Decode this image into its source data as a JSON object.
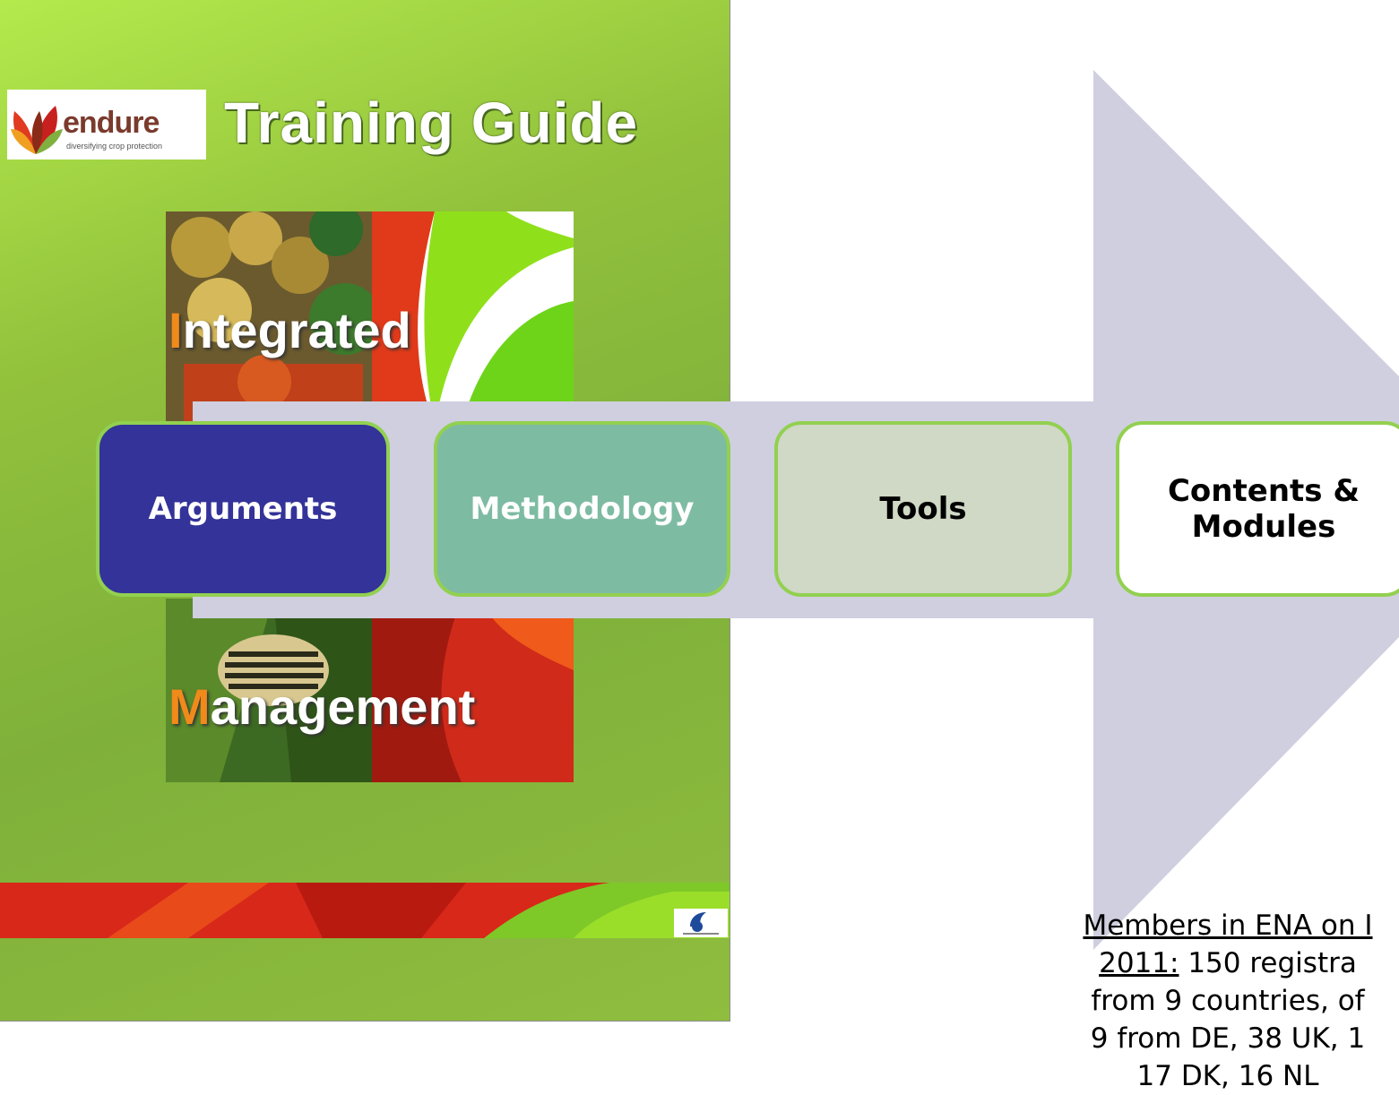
{
  "cover": {
    "logo_word": "endure",
    "logo_tagline": "diversifying crop protection",
    "title": "Training Guide",
    "word1_initial": "I",
    "word1_rest": "ntegrated",
    "word2_initial": "M",
    "word2_rest": "anagement"
  },
  "process": {
    "steps": [
      {
        "label": "Arguments"
      },
      {
        "label": "Methodology"
      },
      {
        "label": "Tools"
      },
      {
        "label": "Contents & Modules"
      }
    ],
    "colors": {
      "arrow": "#cfcfe0",
      "border": "#92d050",
      "step1": "#333399",
      "step2": "#7ebba3",
      "step3": "#d0d8c6",
      "step4": "#ffffff"
    }
  },
  "note": {
    "line1": "Members in ENA on I",
    "line2_underlined": "2011:",
    "line2_rest": " 150 registra",
    "line3": "from 9 countries, of",
    "line4": "9 from DE, 38 UK, 1",
    "line5": "17 DK, 16 NL"
  }
}
